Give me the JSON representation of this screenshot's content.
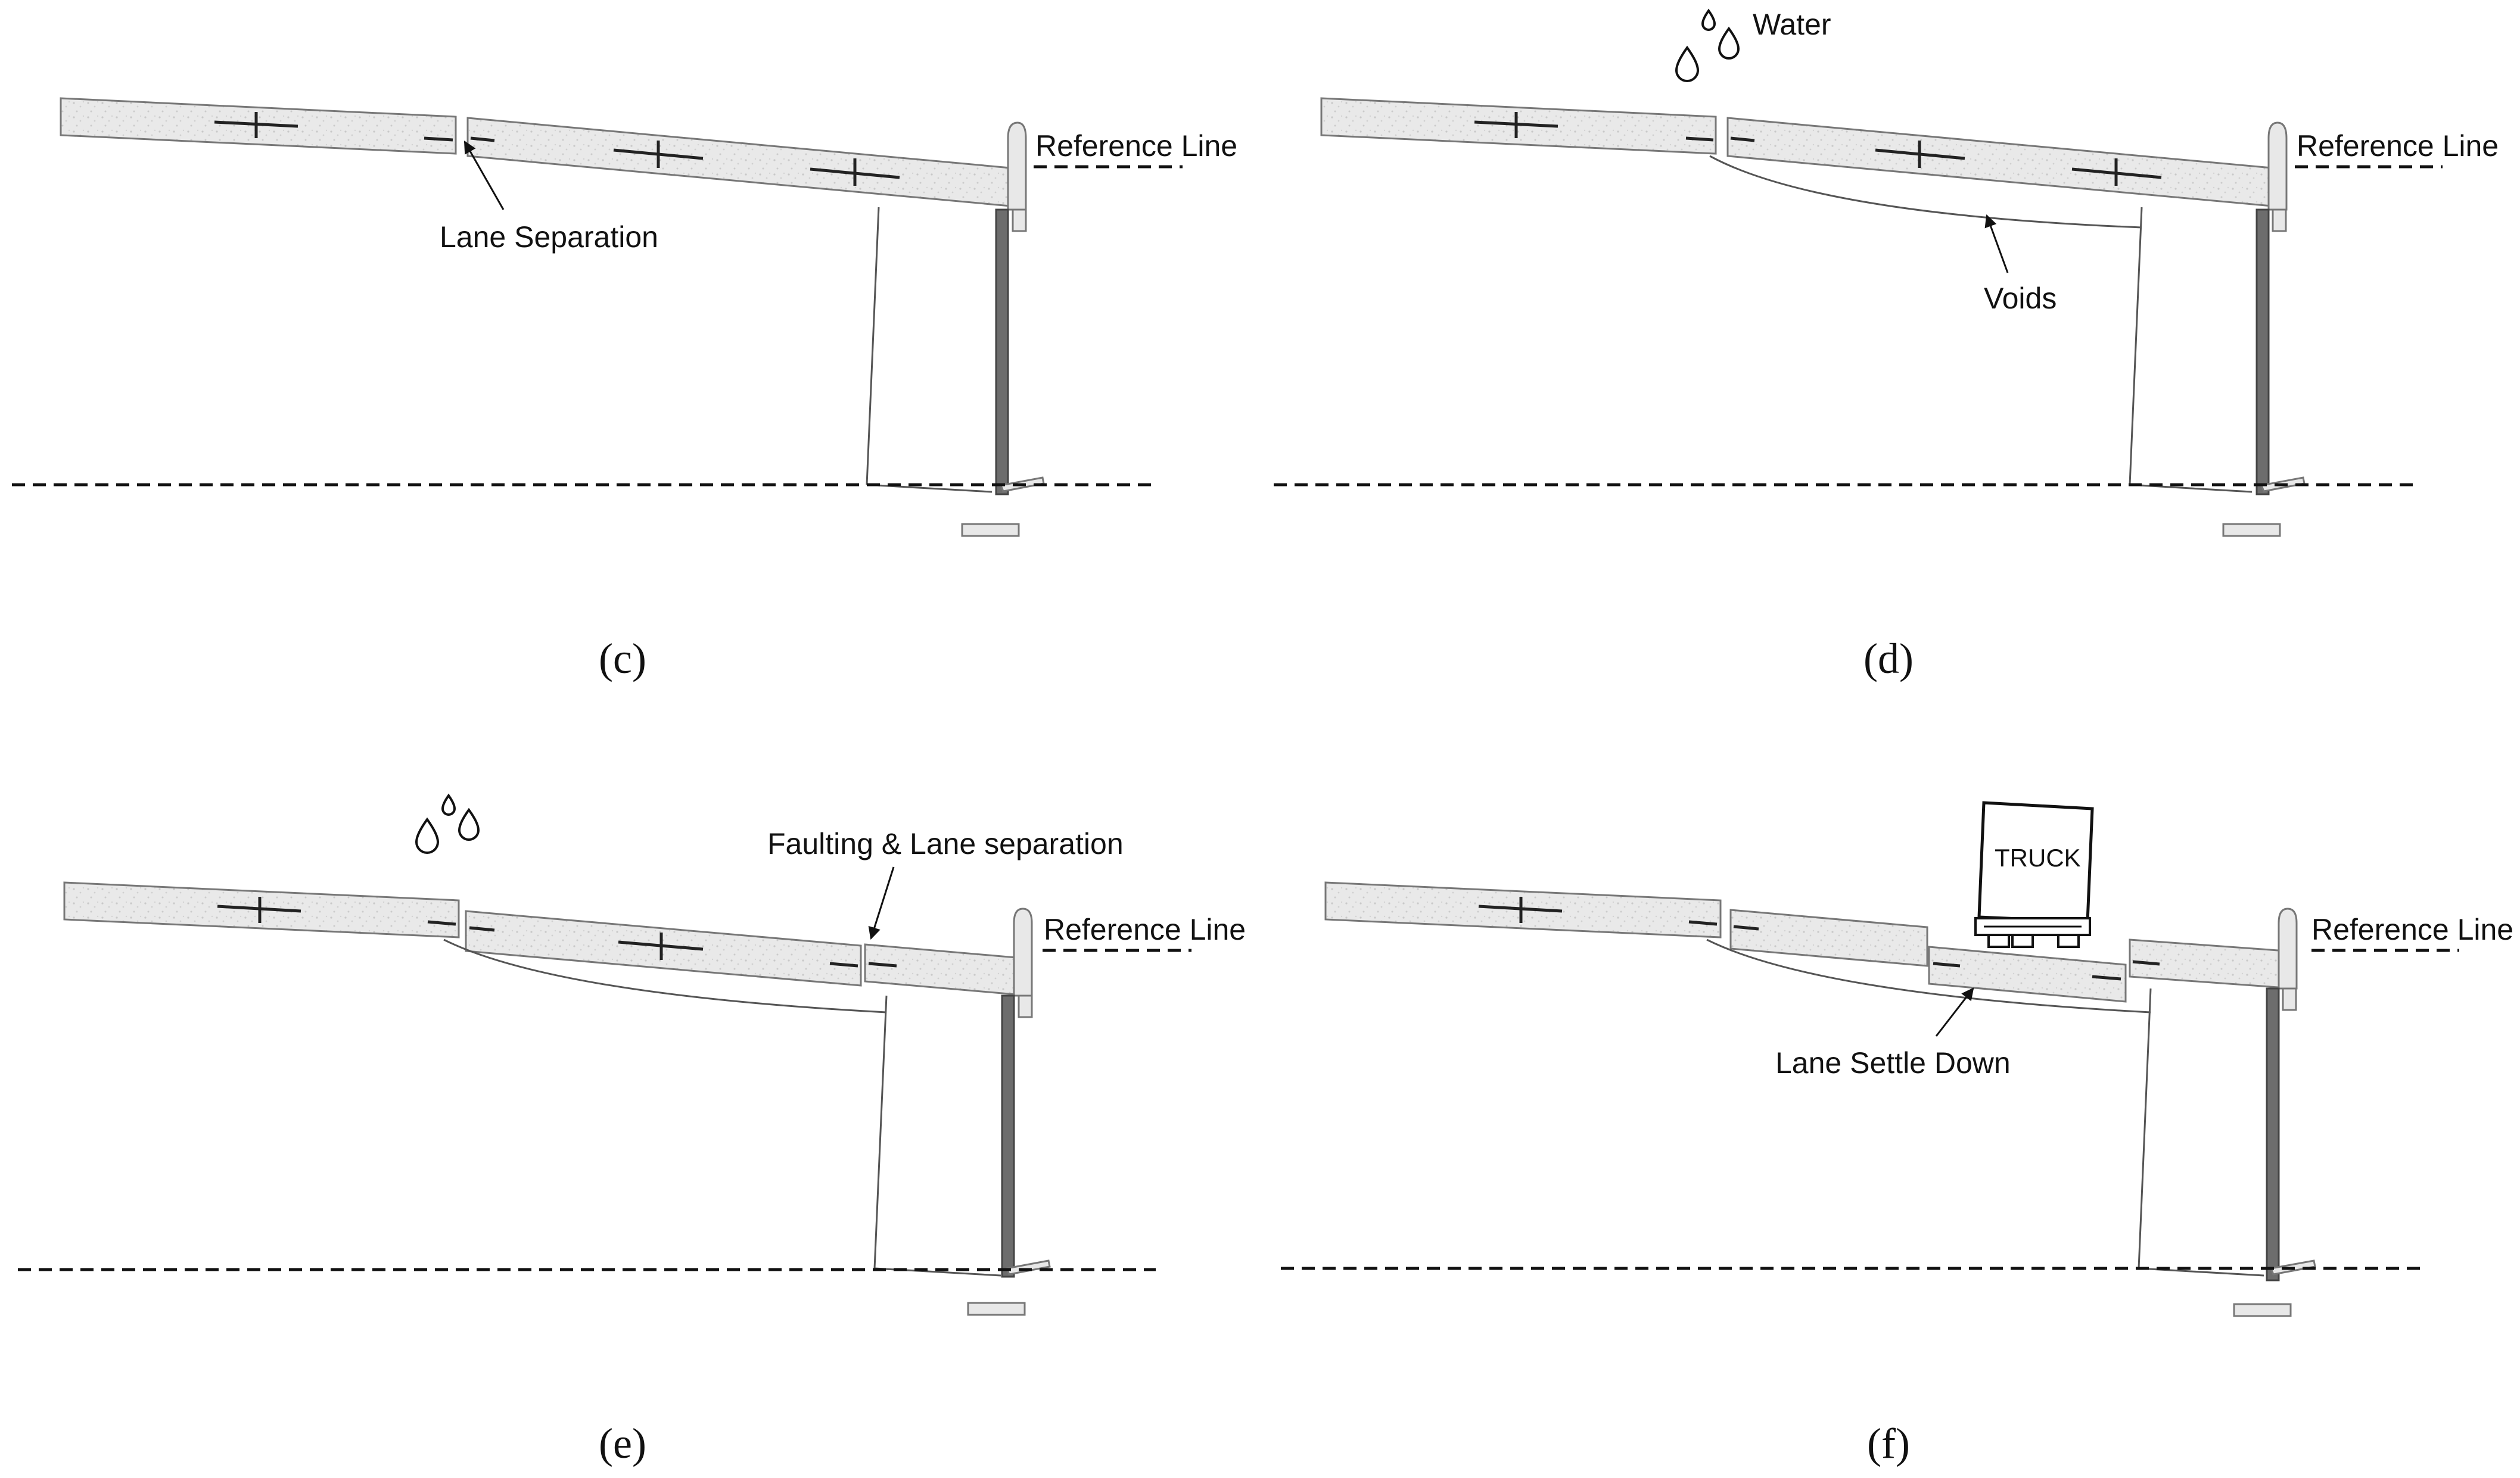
{
  "panels": {
    "c": {
      "caption": "c",
      "labels": {
        "reference_line": "Reference Line",
        "lane_separation": "Lane Separation"
      }
    },
    "d": {
      "caption": "d",
      "labels": {
        "water": "Water",
        "reference_line": "Reference Line",
        "voids": "Voids"
      }
    },
    "e": {
      "caption": "e",
      "labels": {
        "faulting": "Faulting & Lane separation",
        "reference_line": "Reference Line"
      }
    },
    "f": {
      "caption": "f",
      "labels": {
        "truck": "TRUCK",
        "reference_line": "Reference Line",
        "settle": "Lane Settle Down"
      }
    }
  },
  "caption_parens": {
    "open": "(",
    "close": ")"
  },
  "colors": {
    "slab_fill": "#e7e7e7",
    "post": "#6d6d6d",
    "line": "#111111"
  },
  "icons": [
    "water-drops-icon",
    "arrow-icon"
  ]
}
